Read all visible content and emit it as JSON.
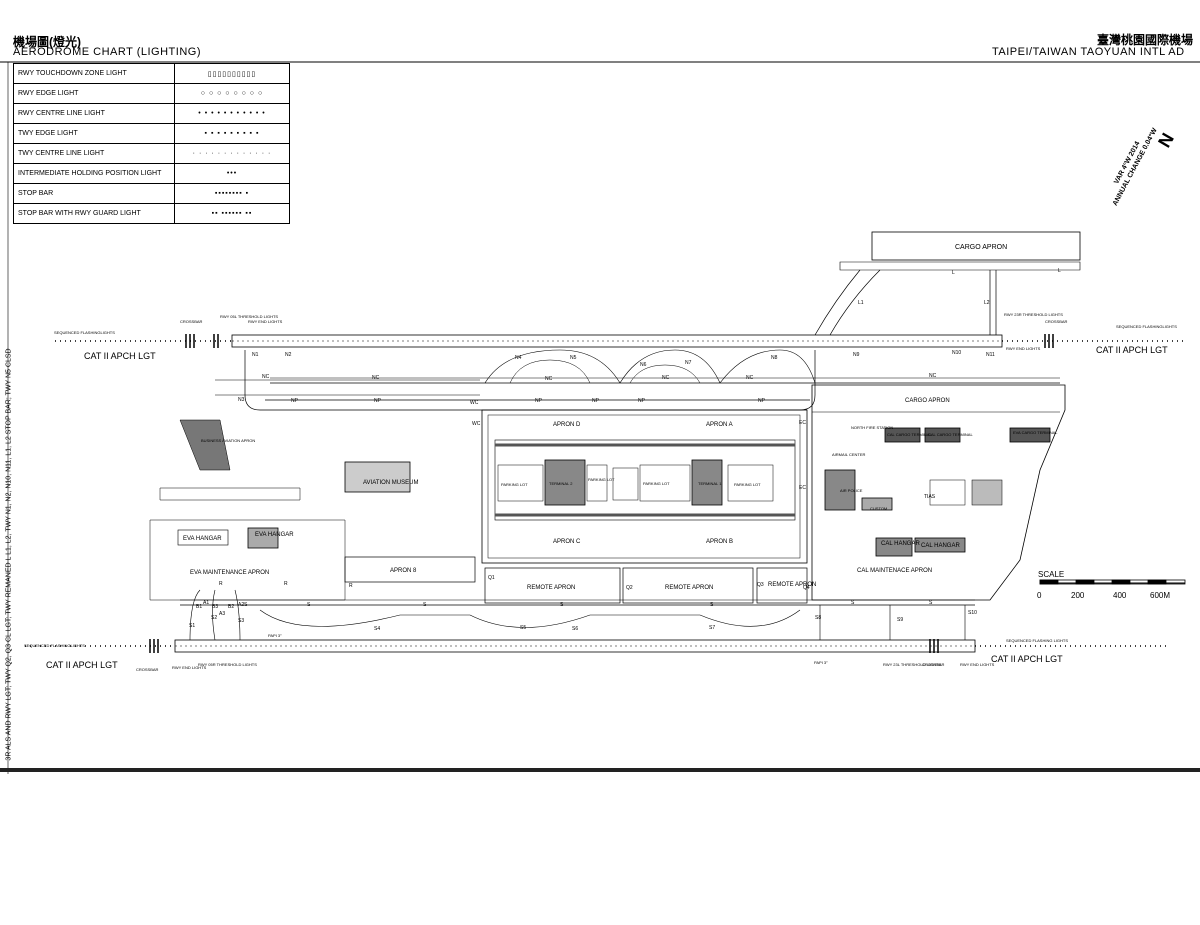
{
  "header": {
    "title_zh": "機場圖(燈光)",
    "title_en": "AERODROME CHART (LIGHTING)",
    "airport_zh": "臺灣桃園國際機場",
    "airport_en": "TAIPEI/TAIWAN TAOYUAN INTL AD"
  },
  "legend": [
    {
      "label": "RWY TOUCHDOWN ZONE LIGHT",
      "symbol": "▯▯▯▯▯▯▯▯▯▯"
    },
    {
      "label": "RWY EDGE LIGHT",
      "symbol": "○ ○ ○ ○ ○ ○ ○ ○"
    },
    {
      "label": "RWY CENTRE LINE LIGHT",
      "symbol": "• • • • • • • • • • •"
    },
    {
      "label": "TWY EDGE LIGHT",
      "symbol": "▪ ▪ ▪ ▪ ▪ ▪ ▪ ▪ ▪"
    },
    {
      "label": "TWY CENTRE LINE LIGHT",
      "symbol": "· · · · · · · · · · · · ·"
    },
    {
      "label": "INTERMEDIATE HOLDING POSITION LIGHT",
      "symbol": "•••"
    },
    {
      "label": "STOP BAR",
      "symbol": "▪▪▪▪▪▪▪▪ ▪"
    },
    {
      "label": "STOP BAR WITH RWY GUARD LIGHT",
      "symbol": "▪▪ ▪▪▪▪▪▪ ▪▪"
    }
  ],
  "magvar": {
    "line1": "VAR 4°W 2014",
    "line2": "ANNUAL CHANGE 0.04°W",
    "north": "N"
  },
  "side_note": "3R ALS AND RWY LGT; TWY Q2, Q3 CL LGT; TWY REMANED L L1, L2, TWY N1, N2, N10, N11, L1, L2 STOP BAR; TWY N5 CLSD",
  "labels": {
    "cargo_apron_top": "CARGO APRON",
    "cargo_apron": "CARGO APRON",
    "apron_d": "APRON D",
    "apron_a": "APRON A",
    "apron_c": "APRON C",
    "apron_b": "APRON B",
    "apron_8": "APRON 8",
    "remote_apron_1": "REMOTE APRON",
    "remote_apron_2": "REMOTE APRON",
    "remote_apron_3": "REMOTE APRON",
    "aviation_museum": "AVIATION MUSEUM",
    "eva_hangar_1": "EVA HANGAR",
    "eva_hangar_2": "EVA HANGAR",
    "eva_maint": "EVA MAINTENANCE APRON",
    "cal_maint": "CAL MAINTENACE APRON",
    "cal_hangar_1": "CAL HANGAR",
    "cal_hangar_2": "CAL HANGAR",
    "terminal_1": "TERMINAL 1",
    "terminal_2": "TERMINAL 2",
    "parking_lot_1": "PARKING LOT",
    "parking_lot_2": "PARKING LOT",
    "parking_lot_3": "PARKING LOT",
    "parking_lot_4": "PARKING LOT",
    "airmail": "AIRMAIL CENTER",
    "custom": "CUSTOM",
    "tias": "TIAS",
    "north_fire": "NORTH FIRE STATION",
    "air_police": "AIR POLICE",
    "biz_apron": "BUSINESS AVIATION APRON",
    "cal_cargo_1": "CAL CARGO TERMINAL",
    "cal_cargo_2": "CAL CARGO TERMINAL",
    "eva_cargo": "EVA CARGO TERMINAL",
    "cat_ii_nw": "CAT II APCH LGT",
    "cat_ii_ne": "CAT II APCH LGT",
    "cat_ii_sw": "CAT II APCH LGT",
    "cat_ii_se": "CAT II APCH LGT",
    "seq_nw": "SEQUENCED FLASHINGLIGHTS",
    "seq_ne": "SEQUENCED FLASHINGLIGHTS",
    "seq_sw": "SEQUENCED FLASHINGLIGHTS",
    "seq_se": "SEQUENCED FLASHING LIGHTS",
    "crossbar_nw": "CROSSBAR",
    "crossbar_ne": "CROSSBAR",
    "crossbar_sw": "CROSSBAR",
    "crossbar_se": "CROSSBAR",
    "thr_05l": "RWY 05L THRESHOLD LIGHTS",
    "end_nw": "RWY END LIGHTS",
    "thr_23r": "RWY 23R THRESHOLD LIGHTS",
    "end_ne": "RWY END LIGHTS",
    "end_sw": "RWY END LIGHTS",
    "thr_05r": "RWY 05R THRESHOLD LIGHTS",
    "thr_23l": "RWY 23L THRESHOLD LIGHTS",
    "end_se": "RWY END LIGHTS",
    "papi_1": "PAPI 3°",
    "papi_2": "PAPI 3°"
  },
  "twy_labels": [
    "NC",
    "NC",
    "NC",
    "NC",
    "NC",
    "NC",
    "NP",
    "NP",
    "NP",
    "NP",
    "NP",
    "NP",
    "N1",
    "N2",
    "N3",
    "N4",
    "N5",
    "N6",
    "N7",
    "N8",
    "N9",
    "N10",
    "N11",
    "L",
    "L",
    "L1",
    "L2",
    "R",
    "R",
    "R",
    "S",
    "S",
    "S",
    "S",
    "S",
    "S",
    "S",
    "S1",
    "S2",
    "S3",
    "S4",
    "S5",
    "S6",
    "S7",
    "S8",
    "S9",
    "S10",
    "Q1",
    "Q2",
    "Q3",
    "Q4",
    "WC",
    "WC",
    "EC",
    "EC",
    "A1",
    "A2",
    "A3",
    "B1",
    "B2",
    "B3"
  ],
  "scale": {
    "title": "SCALE",
    "ticks": [
      "0",
      "200",
      "400",
      "600M"
    ]
  }
}
